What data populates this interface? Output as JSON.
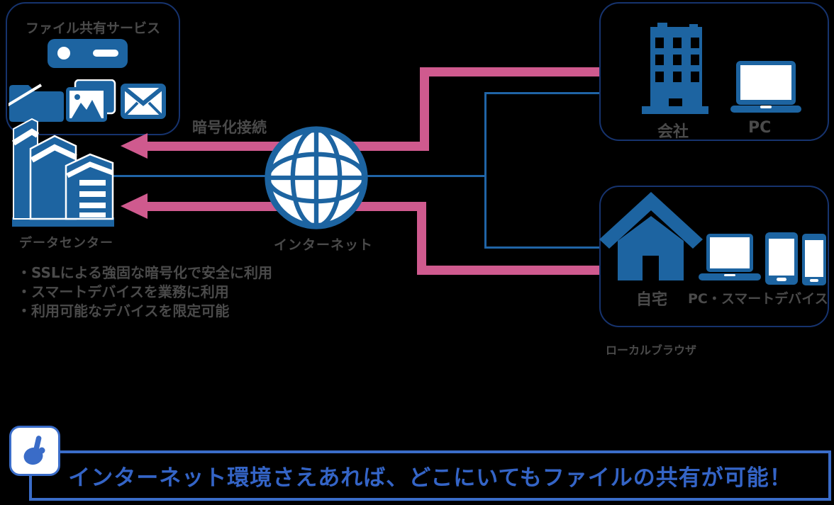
{
  "colors": {
    "background": "#000000",
    "icon_blue": "#1d64a1",
    "box_border_navy": "#16336e",
    "arrow_pink": "#cf5a8e",
    "connector_blue": "#2064a6",
    "label_gray": "#4a4a4a",
    "callout_blue": "#3a6cc8",
    "callout_text_blue": "#3464c6",
    "white": "#ffffff"
  },
  "file_service_box": {
    "title": "ファイル共有サービス",
    "icons": [
      "server-icon",
      "folder-icon",
      "photos-icon",
      "mail-icon"
    ]
  },
  "datacenter": {
    "label": "データセンター"
  },
  "encryption_label": "暗号化接続",
  "internet": {
    "label": "インターネット"
  },
  "features": {
    "items": [
      "・SSLによる強固な暗号化で安全に利用",
      "・スマートデバイスを業務に利用",
      "・利用可能なデバイスを限定可能"
    ]
  },
  "company_box": {
    "building_label": "会社",
    "pc_label": "PC"
  },
  "home_box": {
    "house_label": "自宅",
    "devices_label": "PC・スマートデバイス"
  },
  "local_browser_label": "ローカルブラウザ",
  "callout": {
    "message": "インターネット環境さえあれば、どこにいてもファイルの共有が可能！"
  }
}
